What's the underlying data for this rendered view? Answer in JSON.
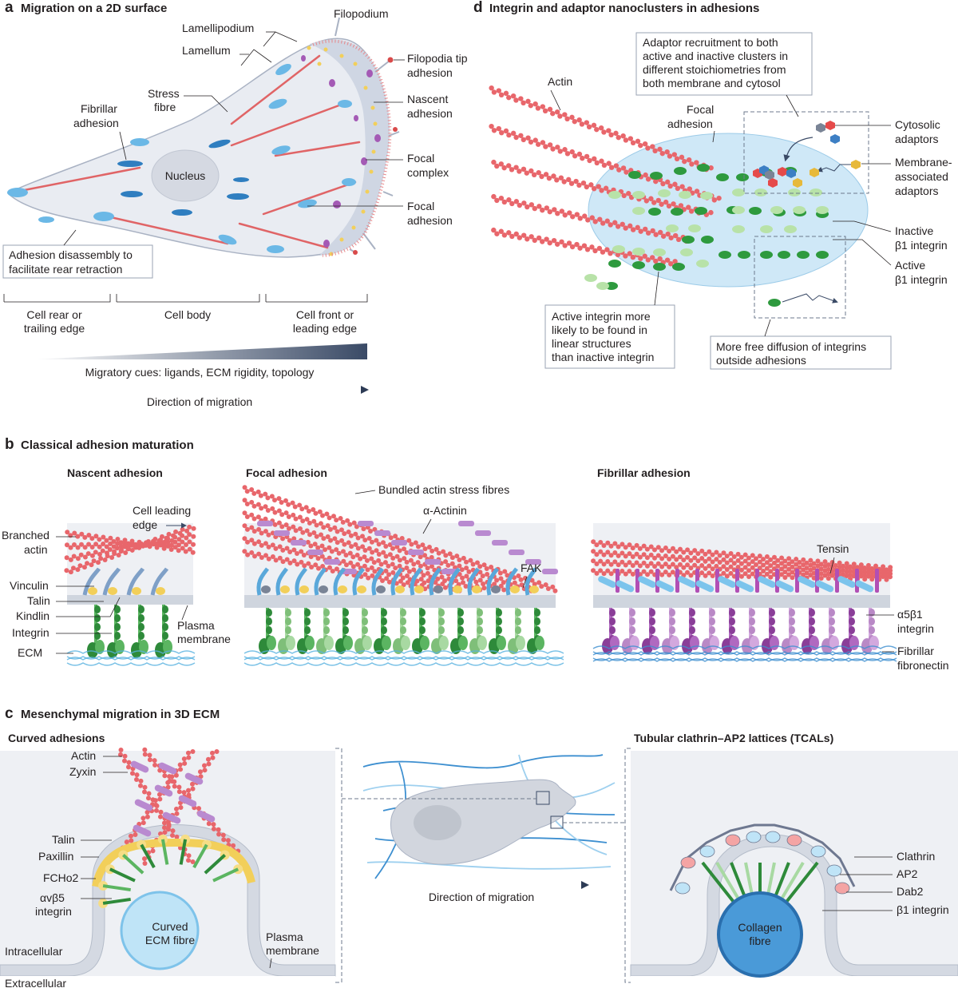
{
  "panels": {
    "a": {
      "letter": "a",
      "title": "Migration on a 2D surface"
    },
    "b": {
      "letter": "b",
      "title": "Classical adhesion maturation"
    },
    "c": {
      "letter": "c",
      "title": "Mesenchymal migration in 3D ECM"
    },
    "d": {
      "letter": "d",
      "title": "Integrin and adaptor nanoclusters in adhesions"
    }
  },
  "a": {
    "lamellipodium": "Lamellipodium",
    "lamellum": "Lamellum",
    "filopodium": "Filopodium",
    "filopodia_tip": [
      "Filopodia tip",
      "adhesion"
    ],
    "stress_fibre": [
      "Stress",
      "fibre"
    ],
    "fibrillar_adhesion": [
      "Fibrillar",
      "adhesion"
    ],
    "nascent_adhesion": [
      "Nascent",
      "adhesion"
    ],
    "nucleus": "Nucleus",
    "focal_complex": [
      "Focal",
      "complex"
    ],
    "focal_adhesion": [
      "Focal",
      "adhesion"
    ],
    "disassembly": [
      "Adhesion disassembly to",
      "facilitate rear retraction"
    ],
    "cell_rear": [
      "Cell rear or",
      "trailing edge"
    ],
    "cell_body": "Cell body",
    "cell_front": [
      "Cell front or",
      "leading edge"
    ],
    "cues": "Migratory cues: ligands, ECM rigidity, topology",
    "direction": "Direction of migration"
  },
  "b": {
    "nascent_title": "Nascent adhesion",
    "focal_title": "Focal adhesion",
    "fibrillar_title": "Fibrillar adhesion",
    "cell_leading_edge": [
      "Cell leading",
      "edge"
    ],
    "branched_actin": [
      "Branched",
      "actin"
    ],
    "vinculin": "Vinculin",
    "talin": "Talin",
    "kindlin": "Kindlin",
    "integrin": "Integrin",
    "ecm": "ECM",
    "plasma_membrane": [
      "Plasma",
      "membrane"
    ],
    "bundled_actin": "Bundled actin stress fibres",
    "alpha_actinin": "α-Actinin",
    "fak": "FAK",
    "tensin": "Tensin",
    "a5b1": [
      "α5β1",
      "integrin"
    ],
    "fibrillar_fibronectin": [
      "Fibrillar",
      "fibronectin"
    ]
  },
  "c": {
    "curved_title": "Curved adhesions",
    "tcal_title": "Tubular clathrin–AP2 lattices (TCALs)",
    "actin": "Actin",
    "zyxin": "Zyxin",
    "talin": "Talin",
    "paxillin": "Paxillin",
    "fcho2": "FCHo2",
    "avb5": [
      "αvβ5",
      "integrin"
    ],
    "curved_ecm": [
      "Curved",
      "ECM fibre"
    ],
    "intracellular": "Intracellular",
    "extracellular": "Extracellular",
    "plasma_membrane": [
      "Plasma",
      "membrane"
    ],
    "direction": "Direction of migration",
    "clathrin": "Clathrin",
    "ap2": "AP2",
    "dab2": "Dab2",
    "b1_integrin": "β1 integrin",
    "collagen": [
      "Collagen",
      "fibre"
    ]
  },
  "d": {
    "actin": "Actin",
    "focal_adhesion": [
      "Focal",
      "adhesion"
    ],
    "adaptor_box": [
      "Adaptor recruitment to both",
      "active and inactive clusters in",
      "different stoichiometries from",
      "both membrane and cytosol"
    ],
    "cytosolic": [
      "Cytosolic",
      "adaptors"
    ],
    "membrane_assoc": [
      "Membrane-",
      "associated",
      "adaptors"
    ],
    "inactive": [
      "Inactive",
      "β1 integrin"
    ],
    "active": [
      "Active",
      "β1 integrin"
    ],
    "linear_box": [
      "Active integrin more",
      "likely to be found in",
      "linear structures",
      "than inactive integrin"
    ],
    "diffusion_box": [
      "More free diffusion of integrins",
      "outside adhesions"
    ]
  },
  "colors": {
    "actin": "#e8666b",
    "cell": "#e4e8ef",
    "adhesion_blue": "#6bb8e6",
    "dark_blue": "#3f8fd0",
    "green_active": "#2e9a3e",
    "green_inactive": "#b8e2a8",
    "purple": "#a45ab5",
    "yellow": "#f2cf5a",
    "ecm": "#58b1e0",
    "gradient_dark": "#3a4a66"
  }
}
